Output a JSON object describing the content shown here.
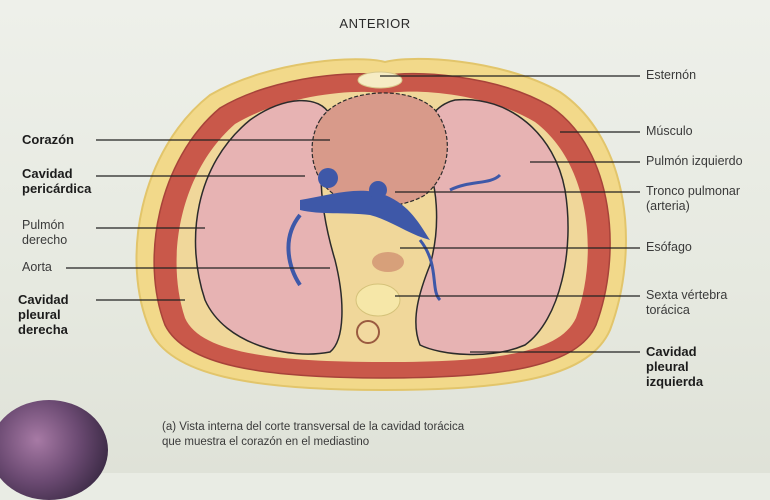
{
  "header": "ANTERIOR",
  "labels_left": [
    {
      "id": "corazon",
      "text": "Corazón",
      "bold": true
    },
    {
      "id": "cavidad-pericardica",
      "text": "Cavidad\npericárdica",
      "bold": true
    },
    {
      "id": "pulmon-derecho",
      "text": "Pulmón\nderecho",
      "bold": false
    },
    {
      "id": "aorta",
      "text": "Aorta",
      "bold": false
    },
    {
      "id": "cavidad-pleural-derecha",
      "text": "Cavidad\npleural\nderecha",
      "bold": true
    }
  ],
  "labels_right": [
    {
      "id": "esternon",
      "text": "Esternón",
      "bold": false
    },
    {
      "id": "musculo",
      "text": "Músculo",
      "bold": false
    },
    {
      "id": "pulmon-izquierdo",
      "text": "Pulmón izquierdo",
      "bold": false
    },
    {
      "id": "tronco-pulmonar",
      "text": "Tronco pulmonar\n(arteria)",
      "bold": false
    },
    {
      "id": "esofago",
      "text": "Esófago",
      "bold": false
    },
    {
      "id": "sexta-vertebra",
      "text": "Sexta vértebra\ntorácica",
      "bold": false
    },
    {
      "id": "cavidad-pleural-izquierda",
      "text": "Cavidad\npleural\nizquierda",
      "bold": true
    }
  ],
  "caption": "(a) Vista interna del corte transversal de la cavidad torácica\nque muestra el corazón en el mediastino",
  "colors": {
    "fat": "#f2d98a",
    "muscle": "#c9584a",
    "lung": "#e7b3b3",
    "heart": "#d89a8a",
    "vessel": "#3e58a8",
    "line": "#222222"
  }
}
